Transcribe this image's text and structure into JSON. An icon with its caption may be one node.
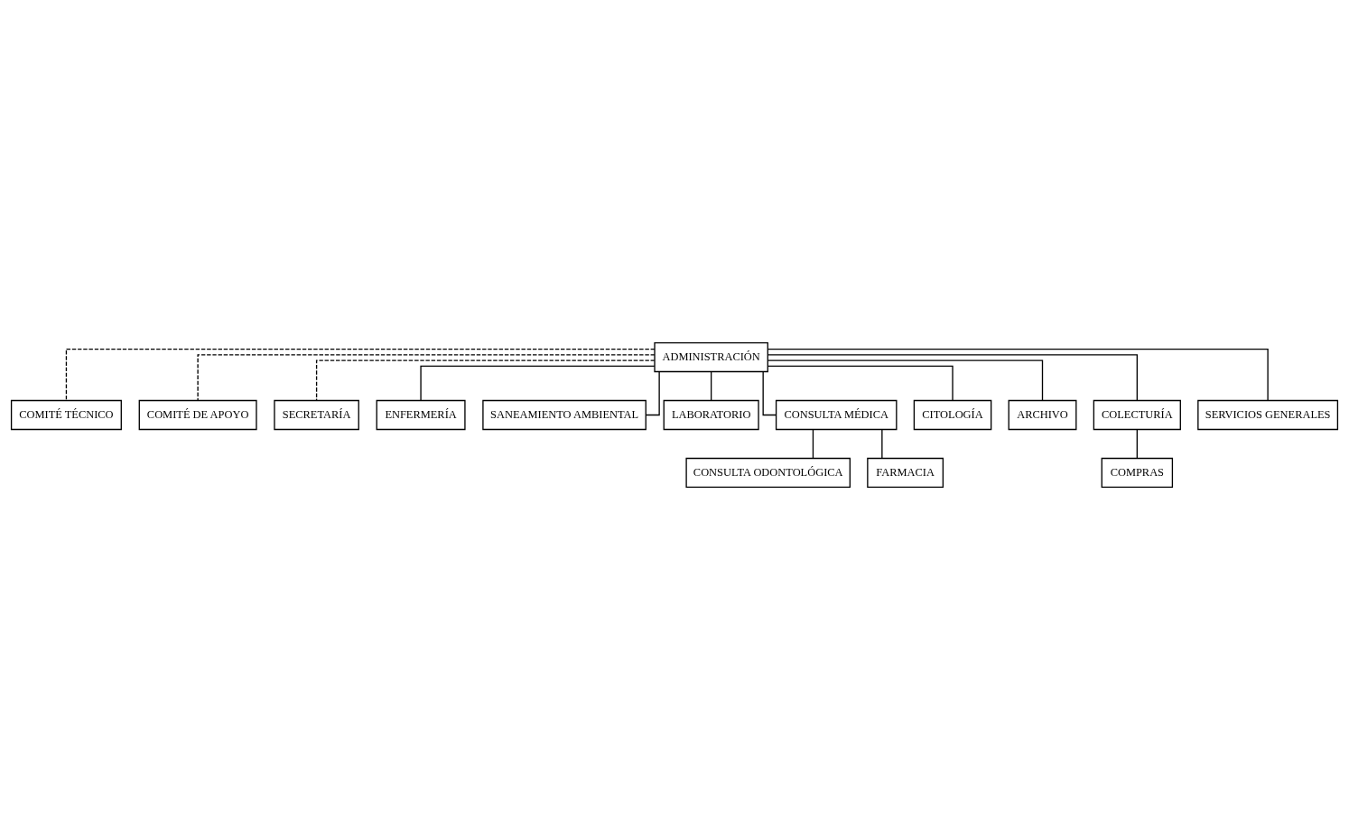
{
  "diagram": {
    "nodes": [
      {
        "text": [
          "ADMINISTRACIÓN"
        ]
      },
      {
        "text": [
          "COMITÉ TÉCNICO"
        ]
      },
      {
        "text": [
          "COMITÉ DE APOYO"
        ]
      },
      {
        "text": [
          "SECRETARÍA"
        ]
      },
      {
        "text": [
          "ENFERMERÍA"
        ]
      },
      {
        "text": [
          "SANEAMIENTO AMBIENTAL"
        ]
      },
      {
        "text": [
          "LABORATORIO"
        ]
      },
      {
        "text": [
          "CONSULTA MÉDICA"
        ]
      },
      {
        "text": [
          "CITOLOGÍA"
        ]
      },
      {
        "text": [
          "ARCHIVO"
        ]
      },
      {
        "text": [
          "COLECTURÍA"
        ]
      },
      {
        "text": [
          "SERVICIOS GENERALES"
        ]
      },
      {
        "text": [
          "COMPRAS"
        ]
      },
      {
        "text": [
          "CONSULTA ODONTOLÓGICA"
        ]
      },
      {
        "text": [
          "FARMACIA"
        ]
      }
    ],
    "edges": [
      {
        "from": 0,
        "to": 1,
        "arrow": "none",
        "style": "dashed"
      },
      {
        "from": 0,
        "to": 2,
        "arrow": "none",
        "style": "dashed"
      },
      {
        "from": 0,
        "to": 3,
        "arrow": "none",
        "style": "dashed"
      },
      {
        "from": 0,
        "to": 4,
        "arrow": "none"
      },
      {
        "from": 0,
        "to": 5,
        "arrow": "none"
      },
      {
        "from": 0,
        "to": 6,
        "arrow": "none"
      },
      {
        "from": 0,
        "to": 7,
        "arrow": "none"
      },
      {
        "from": 0,
        "to": 8,
        "arrow": "none"
      },
      {
        "from": 0,
        "to": 9,
        "arrow": "none"
      },
      {
        "from": 0,
        "to": 10,
        "arrow": "none"
      },
      {
        "from": 0,
        "to": 11,
        "arrow": "none"
      },
      {
        "from": 10,
        "to": 12,
        "arrow": "none"
      },
      {
        "from": 7,
        "to": 13,
        "arrow": "none"
      },
      {
        "from": 7,
        "to": 14,
        "arrow": "none"
      }
    ]
  }
}
